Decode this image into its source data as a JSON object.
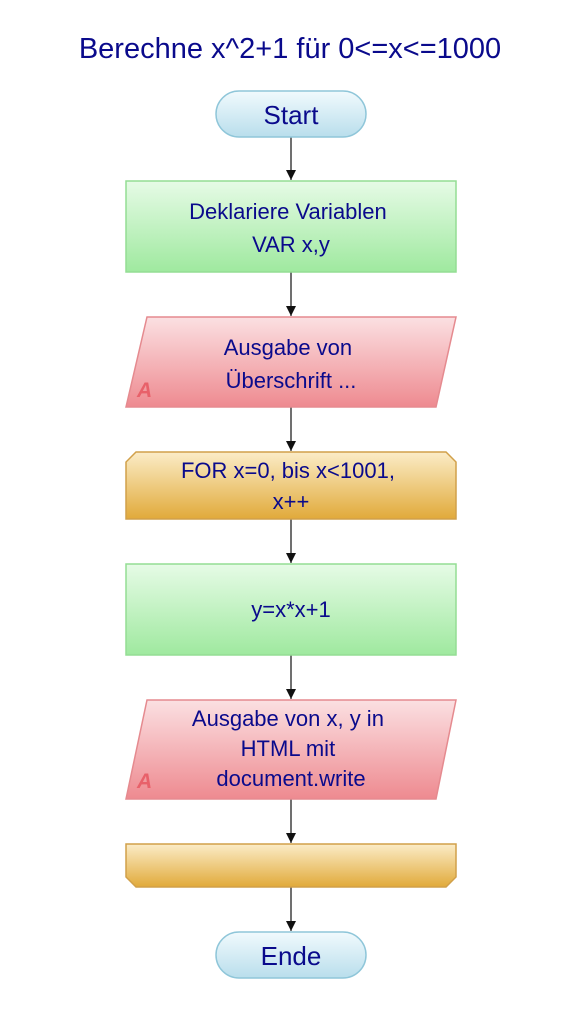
{
  "title": "Berechne x^2+1 für 0<=x<=1000",
  "start": {
    "label": "Start"
  },
  "declare": {
    "lines": [
      "Deklariere Variablen",
      "VAR x,y"
    ]
  },
  "output_heading": {
    "lines": [
      "Ausgabe von",
      "Überschrift ..."
    ],
    "marker": "A"
  },
  "loop_start": {
    "lines": [
      "FOR x=0, bis x<1001,",
      "x++"
    ]
  },
  "compute": {
    "lines": [
      "y=x*x+1"
    ]
  },
  "output_values": {
    "lines": [
      "Ausgabe von x, y in",
      "HTML mit",
      "document.write"
    ],
    "marker": "A"
  },
  "loop_end": {
    "lines": []
  },
  "end": {
    "label": "Ende"
  },
  "colors": {
    "text": "#0a0a8c",
    "terminal_fill": "#cde9f3",
    "terminal_stroke": "#8fc6d9",
    "process_fill": "#b3f0b3",
    "process_stroke": "#94dd94",
    "io_fill": "#f28f94",
    "io_stroke": "#e58a8f",
    "io_marker": "#e8616a",
    "loop_fill": "#e8b54c",
    "loop_stroke": "#d1a04a"
  }
}
